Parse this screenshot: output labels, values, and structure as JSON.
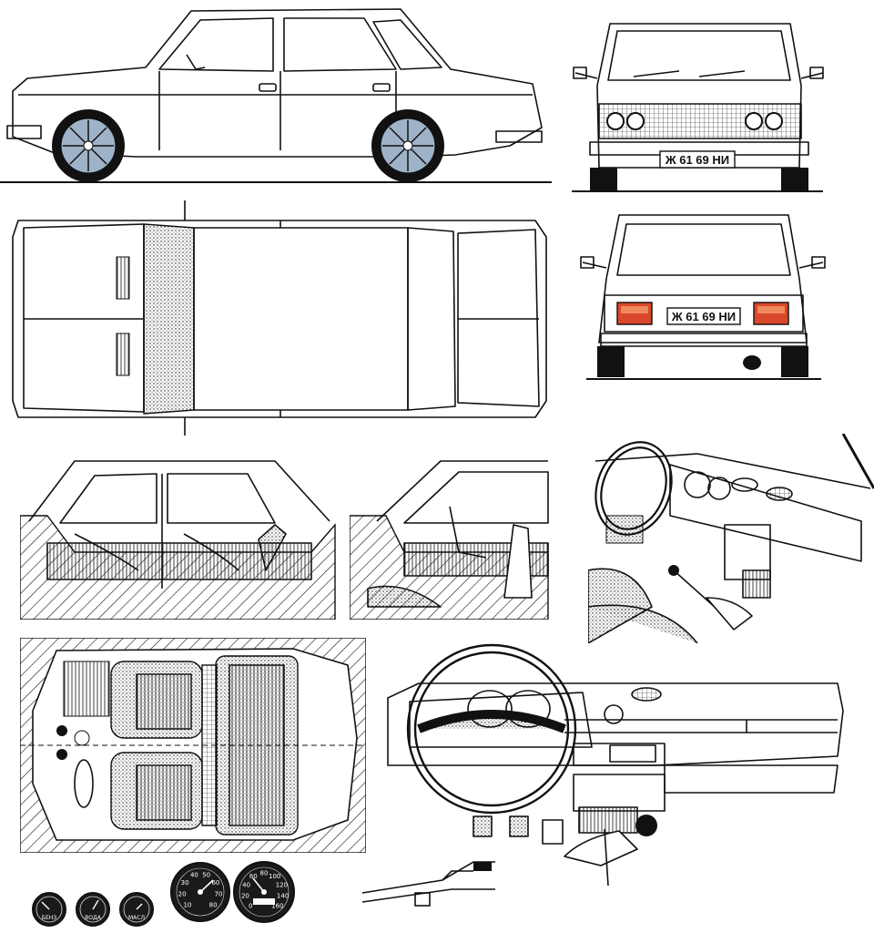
{
  "plates": {
    "front": "Ж 61 69 НИ",
    "rear": "Ж 61 69 НИ"
  },
  "gauges": {
    "fuel": "БЕНЗ",
    "water": "ВОДА",
    "oil": "МАСЛ"
  },
  "tachometer": {
    "numbers": [
      "10",
      "20",
      "30",
      "40",
      "50",
      "60",
      "70",
      "80"
    ]
  },
  "speedometer": {
    "numbers": [
      "0",
      "20",
      "40",
      "60",
      "80",
      "100",
      "120",
      "140",
      "160"
    ]
  },
  "colors": {
    "line": "#111111",
    "wheel": "#9fb3c8",
    "taillight": "#d9482b",
    "taillight_inner": "#f08a5d",
    "gauge_face": "#1a1a1a"
  }
}
